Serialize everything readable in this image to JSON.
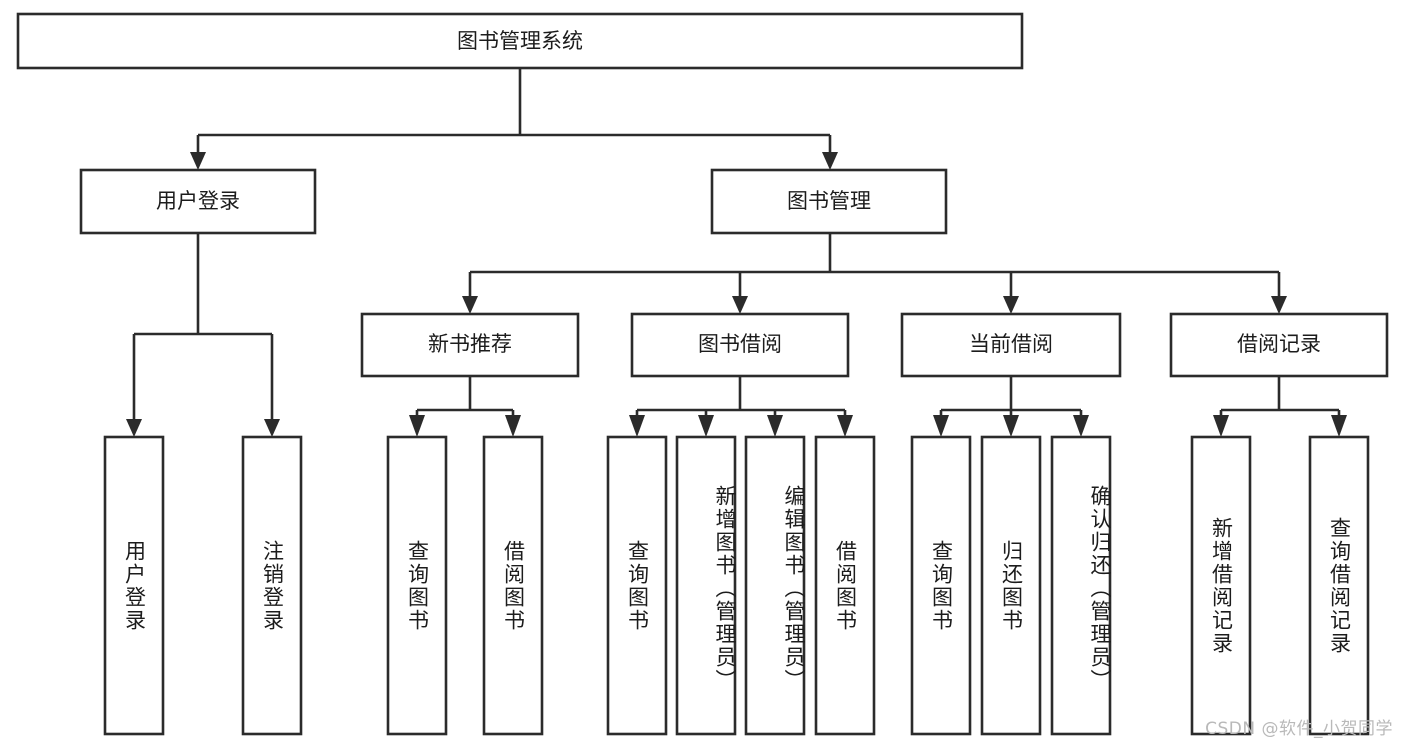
{
  "diagram": {
    "type": "tree",
    "title": "图书管理系统",
    "orientation": "top-down",
    "colors": {
      "box_stroke": "#2b2b2b",
      "box_fill": "#ffffff",
      "connector": "#2b2b2b",
      "text": "#1c1c1c",
      "background": "#ffffff",
      "watermark": "#b9b9b9"
    },
    "root": {
      "id": "root",
      "label": "图书管理系统"
    },
    "level2": [
      {
        "id": "user-login",
        "label": "用户登录"
      },
      {
        "id": "book-management",
        "label": "图书管理"
      }
    ],
    "level3": [
      {
        "id": "new-book-recommend",
        "label": "新书推荐",
        "parent": "book-management"
      },
      {
        "id": "book-borrow",
        "label": "图书借阅",
        "parent": "book-management"
      },
      {
        "id": "current-borrow",
        "label": "当前借阅",
        "parent": "book-management"
      },
      {
        "id": "borrow-record",
        "label": "借阅记录",
        "parent": "book-management"
      }
    ],
    "leaves": [
      {
        "id": "leaf-user-login",
        "label": "用户登录",
        "parent": "user-login"
      },
      {
        "id": "leaf-user-logout",
        "label": "注销登录",
        "parent": "user-login"
      },
      {
        "id": "leaf-query-book-1",
        "label": "查询图书",
        "parent": "new-book-recommend"
      },
      {
        "id": "leaf-borrow-book-1",
        "label": "借阅图书",
        "parent": "new-book-recommend"
      },
      {
        "id": "leaf-query-book-2",
        "label": "查询图书",
        "parent": "book-borrow"
      },
      {
        "id": "leaf-add-book",
        "label": "新增图书（管理员）",
        "parent": "book-borrow"
      },
      {
        "id": "leaf-edit-book",
        "label": "编辑图书（管理员）",
        "parent": "book-borrow"
      },
      {
        "id": "leaf-borrow-book-2",
        "label": "借阅图书",
        "parent": "book-borrow"
      },
      {
        "id": "leaf-query-book-3",
        "label": "查询图书",
        "parent": "current-borrow"
      },
      {
        "id": "leaf-return-book",
        "label": "归还图书",
        "parent": "current-borrow"
      },
      {
        "id": "leaf-confirm-return",
        "label": "确认归还（管理员）",
        "parent": "current-borrow"
      },
      {
        "id": "leaf-add-record",
        "label": "新增借阅记录",
        "parent": "borrow-record"
      },
      {
        "id": "leaf-query-record",
        "label": "查询借阅记录",
        "parent": "borrow-record"
      }
    ],
    "watermark": "CSDN @软件_小贺同学"
  }
}
